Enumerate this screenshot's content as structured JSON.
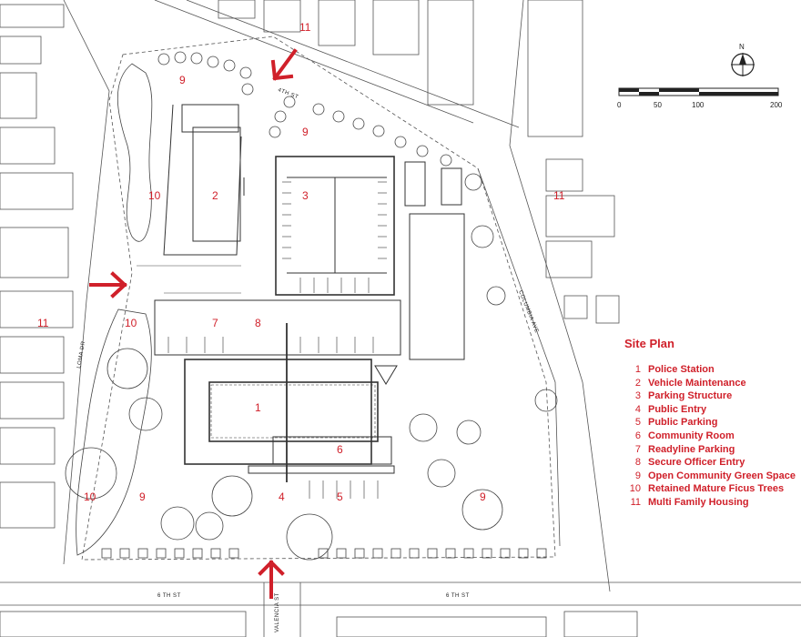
{
  "north": "N",
  "scale": {
    "ticks": [
      "0",
      "50",
      "100",
      "200"
    ]
  },
  "streets": {
    "fourth": "4TH ST",
    "columbia": "COLUMBIA AVE",
    "loma": "LOMA DR",
    "sixth_left": "6 TH ST",
    "sixth_right": "6 TH ST",
    "valencia": "VALENCIA ST"
  },
  "labels": {
    "housing_top": "11",
    "green_nw": "9",
    "green_n": "9",
    "police": "1",
    "maintenance": "2",
    "parking_structure": "3",
    "public_entry": "4",
    "public_parking": "5",
    "community_room": "6",
    "readyline": "7",
    "secure_entry": "8",
    "ficus_w": "10",
    "ficus_mid": "10",
    "ficus_sw": "10",
    "housing_w": "11",
    "housing_e": "11",
    "green_sw": "9",
    "green_se": "9"
  },
  "legend": {
    "title": "Site Plan",
    "items": [
      {
        "num": "1",
        "label": "Police Station"
      },
      {
        "num": "2",
        "label": "Vehicle Maintenance"
      },
      {
        "num": "3",
        "label": "Parking Structure"
      },
      {
        "num": "4",
        "label": "Public Entry"
      },
      {
        "num": "5",
        "label": "Public Parking"
      },
      {
        "num": "6",
        "label": "Community Room"
      },
      {
        "num": "7",
        "label": "Readyline Parking"
      },
      {
        "num": "8",
        "label": "Secure Officer Entry"
      },
      {
        "num": "9",
        "label": "Open Community Green Space"
      },
      {
        "num": "10",
        "label": "Retained Mature Ficus Trees"
      },
      {
        "num": "11",
        "label": "Multi Family Housing"
      }
    ]
  },
  "colors": {
    "accent": "#d0202a",
    "ink": "#222222"
  }
}
